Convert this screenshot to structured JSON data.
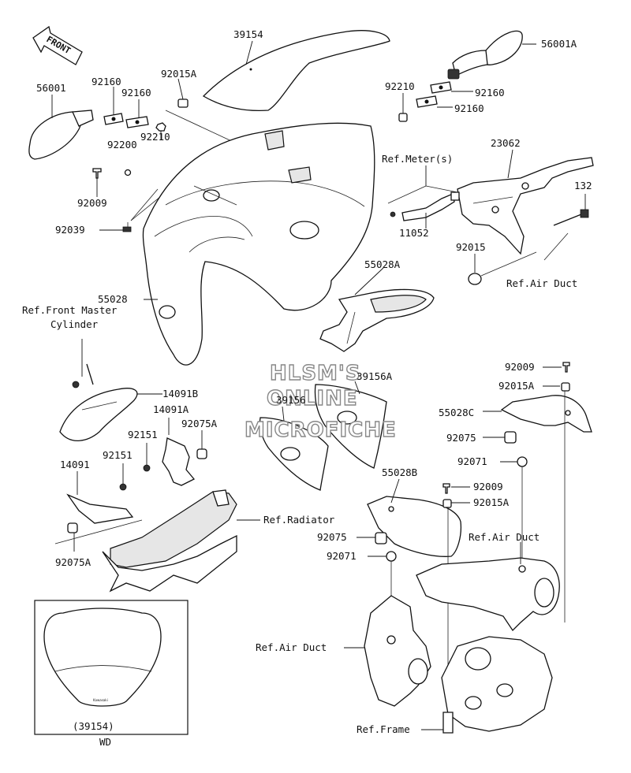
{
  "labels": {
    "p39154": "39154",
    "p56001A": "56001A",
    "p56001": "56001",
    "p92160_a": "92160",
    "p92160_b": "92160",
    "p92015A_top": "92015A",
    "p92210_left": "92210",
    "p92200": "92200",
    "p92009_left": "92009",
    "p92039": "92039",
    "p55028": "55028",
    "ref_front_master_1": "Ref.Front Master",
    "ref_front_master_2": "Cylinder",
    "p92210_right": "92210",
    "p92160_r1": "92160",
    "p92160_r2": "92160",
    "ref_meter": "Ref.Meter(s)",
    "p23062": "23062",
    "p132": "132",
    "p11052": "11052",
    "p92015": "92015",
    "ref_air_duct_1": "Ref.Air Duct",
    "p55028A": "55028A",
    "p14091B": "14091B",
    "p14091A": "14091A",
    "p92151_a": "92151",
    "p92075A_mid": "92075A",
    "p92151_b": "92151",
    "p14091": "14091",
    "p92075A_low": "92075A",
    "ref_radiator": "Ref.Radiator",
    "p39156A": "39156A",
    "p39156": "39156",
    "p92009_r1": "92009",
    "p92015A_r1": "92015A",
    "p55028C": "55028C",
    "p92075_r1": "92075",
    "p92071_r1": "92071",
    "p55028B": "55028B",
    "p92009_r2": "92009",
    "p92015A_r2": "92015A",
    "p92075_r2": "92075",
    "ref_air_duct_2": "Ref.Air Duct",
    "p92071_r2": "92071",
    "ref_air_duct_3": "Ref.Air Duct",
    "ref_frame": "Ref.Frame",
    "p39154_wd": "(39154)",
    "wd": "WD",
    "front": "FRONT"
  },
  "watermark": [
    "HLSM'S",
    "ONLINE",
    "MICROFICHE"
  ],
  "screen_logo": "Kawasaki"
}
